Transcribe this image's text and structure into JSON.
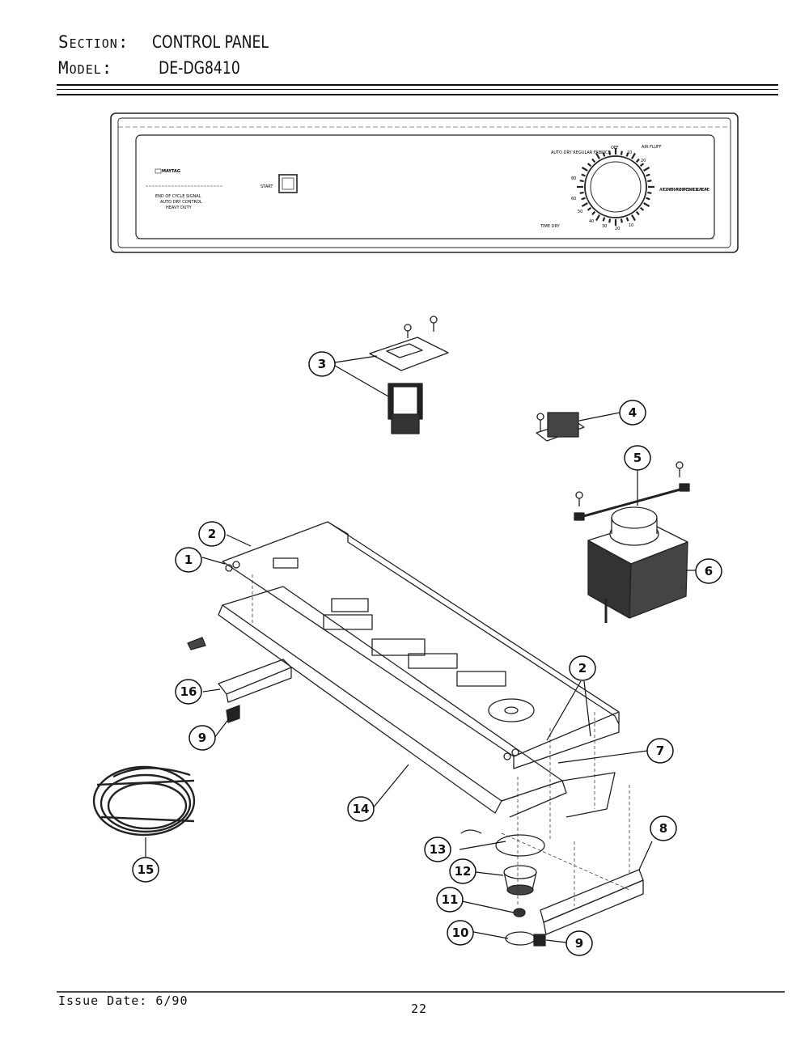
{
  "header": {
    "section_label": "Section:",
    "section_value": "CONTROL PANEL",
    "model_label": "Model:",
    "model_value": "DE-DG8410"
  },
  "panel": {
    "brand": "MAYTAG",
    "start_label": "START",
    "features": [
      "END OF CYCLE SIGNAL",
      "AUTO DRY CONTROL",
      "HEAVY DUTY"
    ],
    "dial": {
      "auto_dry_label": "AUTO DRY REGULAR FABRICS",
      "time_dry_label": "TIME DRY",
      "air_fluff_label": "AIR FLUFF",
      "auto_dry_perm_label": "AUTO DRY PERMANENT PRESS KNIT DELICATE CARE",
      "off_label": "OFF",
      "numbers": [
        "10",
        "20",
        "10",
        "20",
        "30",
        "40",
        "50",
        "60",
        "80"
      ]
    }
  },
  "callouts": [
    "1",
    "2",
    "2",
    "3",
    "4",
    "5",
    "6",
    "7",
    "8",
    "9",
    "9",
    "10",
    "11",
    "12",
    "13",
    "14",
    "15",
    "16"
  ],
  "footer": {
    "issue_date": "Issue Date: 6/90",
    "page_number": "22"
  }
}
